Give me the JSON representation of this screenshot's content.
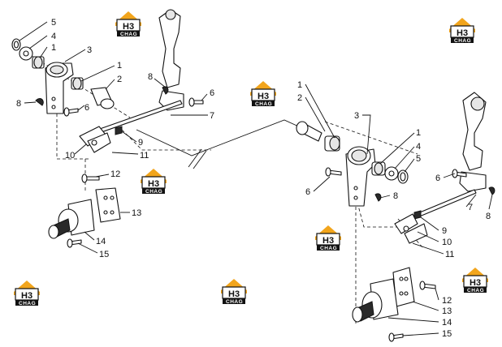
{
  "diagram": {
    "logo": {
      "main_text": "H3",
      "sub_text": "CHAG",
      "brand_color": "#f2a51c"
    },
    "callouts_left": [
      {
        "id": "l5",
        "text": "5"
      },
      {
        "id": "l4",
        "text": "4"
      },
      {
        "id": "l1a",
        "text": "1"
      },
      {
        "id": "l3",
        "text": "3"
      },
      {
        "id": "l1b",
        "text": "1"
      },
      {
        "id": "l2",
        "text": "2"
      },
      {
        "id": "l8a",
        "text": "8"
      },
      {
        "id": "l8b",
        "text": "8"
      },
      {
        "id": "l6",
        "text": "6"
      },
      {
        "id": "l6b",
        "text": "6"
      },
      {
        "id": "l7",
        "text": "7"
      },
      {
        "id": "l9",
        "text": "9"
      },
      {
        "id": "l10",
        "text": "10"
      },
      {
        "id": "l11",
        "text": "11"
      },
      {
        "id": "l12",
        "text": "12"
      },
      {
        "id": "l13",
        "text": "13"
      },
      {
        "id": "l14",
        "text": "14"
      },
      {
        "id": "l15",
        "text": "15"
      }
    ],
    "callouts_right": [
      {
        "id": "r1a",
        "text": "1"
      },
      {
        "id": "r2",
        "text": "2"
      },
      {
        "id": "r3",
        "text": "3"
      },
      {
        "id": "r1b",
        "text": "1"
      },
      {
        "id": "r4",
        "text": "4"
      },
      {
        "id": "r5",
        "text": "5"
      },
      {
        "id": "r6a",
        "text": "6"
      },
      {
        "id": "r6b",
        "text": "6"
      },
      {
        "id": "r8a",
        "text": "8"
      },
      {
        "id": "r8b",
        "text": "8"
      },
      {
        "id": "r7",
        "text": "7"
      },
      {
        "id": "r9",
        "text": "9"
      },
      {
        "id": "r10",
        "text": "10"
      },
      {
        "id": "r11",
        "text": "11"
      },
      {
        "id": "r12",
        "text": "12"
      },
      {
        "id": "r13",
        "text": "13"
      },
      {
        "id": "r14",
        "text": "14"
      },
      {
        "id": "r15",
        "text": "15"
      }
    ]
  }
}
